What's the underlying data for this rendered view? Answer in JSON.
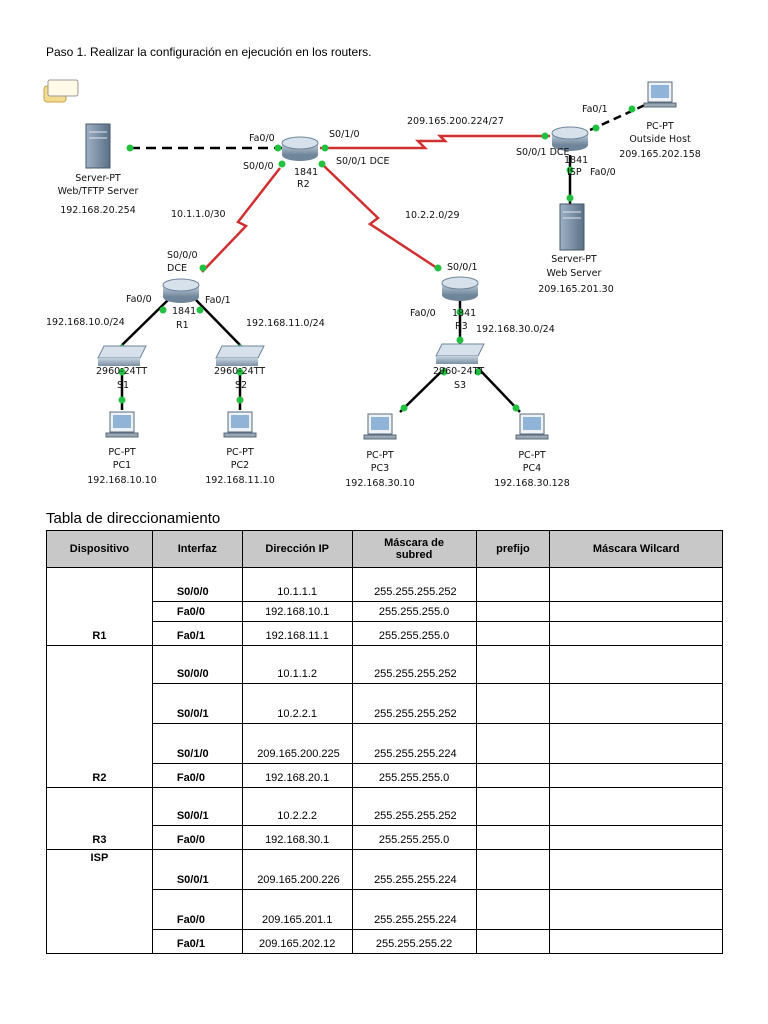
{
  "heading": "Paso 1. Realizar  la configuración en ejecución en los routers.",
  "diagram": {
    "devices": {
      "server_web_tftp": {
        "type": "Server-PT",
        "name": "Web/TFTP Server",
        "ip": "192.168.20.254"
      },
      "server_web": {
        "type": "Server-PT",
        "name": "Web Server",
        "ip": "209.165.201.30"
      },
      "r2": {
        "model": "1841",
        "name": "R2"
      },
      "r1": {
        "model": "1841",
        "name": "R1"
      },
      "r3": {
        "model": "1841",
        "name": "R3"
      },
      "isp": {
        "model": "1841",
        "name": "ISP"
      },
      "s1": {
        "model": "2960-24TT",
        "name": "S1"
      },
      "s2": {
        "model": "2960-24TT",
        "name": "S2"
      },
      "s3": {
        "model": "2960-24TT",
        "name": "S3"
      },
      "pc1": {
        "type": "PC-PT",
        "name": "PC1",
        "ip": "192.168.10.10"
      },
      "pc2": {
        "type": "PC-PT",
        "name": "PC2",
        "ip": "192.168.11.10"
      },
      "pc3": {
        "type": "PC-PT",
        "name": "PC3",
        "ip": "192.168.30.10"
      },
      "pc4": {
        "type": "PC-PT",
        "name": "PC4",
        "ip": "192.168.30.128"
      },
      "outside_host": {
        "type": "PC-PT",
        "name": "Outside Host",
        "ip": "209.165.202.158"
      }
    },
    "ports": {
      "r2_fa00": "Fa0/0",
      "r2_s000": "S0/0/0",
      "r2_s010": "S0/1/0",
      "r2_s001": "S0/0/1 DCE",
      "r1_s000": "S0/0/0",
      "r1_dce": "DCE",
      "r1_fa00": "Fa0/0",
      "r1_fa01": "Fa0/1",
      "r3_s001": "S0/0/1",
      "r3_fa00": "Fa0/0",
      "isp_s001": "S0/0/1 DCE",
      "isp_fa01": "Fa0/1",
      "isp_fa00": "Fa0/0"
    },
    "networks": {
      "r1_r2": "10.1.1.0/30",
      "r2_r3": "10.2.2.0/29",
      "r2_isp": "209.165.200.224/27",
      "lan_r1_fa00": "192.168.10.0/24",
      "lan_r1_fa01": "192.168.11.0/24",
      "lan_r3": "192.168.30.0/24"
    }
  },
  "table": {
    "title": "Tabla de direccionamiento",
    "headers": [
      "Dispositivo",
      "Interfaz",
      "Dirección IP",
      "Máscara de subred",
      "prefijo",
      "Máscara Wilcard"
    ],
    "groups": [
      {
        "device": "R1",
        "rows": [
          {
            "iface": "S0/0/0",
            "ip": "10.1.1.1",
            "mask": "255.255.255.252",
            "prefix": "",
            "wildcard": ""
          },
          {
            "iface": "Fa0/0",
            "ip": "192.168.10.1",
            "mask": "255.255.255.0",
            "prefix": "",
            "wildcard": ""
          },
          {
            "iface": "Fa0/1",
            "ip": "192.168.11.1",
            "mask": "255.255.255.0",
            "prefix": "",
            "wildcard": ""
          }
        ]
      },
      {
        "device": "R2",
        "rows": [
          {
            "iface": "S0/0/0",
            "ip": "10.1.1.2",
            "mask": "255.255.255.252",
            "prefix": "",
            "wildcard": ""
          },
          {
            "iface": "S0/0/1",
            "ip": "10.2.2.1",
            "mask": "255.255.255.252",
            "prefix": "",
            "wildcard": ""
          },
          {
            "iface": "S0/1/0",
            "ip": "209.165.200.225",
            "mask": "255.255.255.224",
            "prefix": "",
            "wildcard": ""
          },
          {
            "iface": "Fa0/0",
            "ip": "192.168.20.1",
            "mask": "255.255.255.0",
            "prefix": "",
            "wildcard": ""
          }
        ]
      },
      {
        "device": "R3",
        "rows": [
          {
            "iface": "S0/0/1",
            "ip": "10.2.2.2",
            "mask": "255.255.255.252",
            "prefix": "",
            "wildcard": ""
          },
          {
            "iface": "Fa0/0",
            "ip": "192.168.30.1",
            "mask": "255.255.255.0",
            "prefix": "",
            "wildcard": ""
          }
        ]
      },
      {
        "device": "ISP",
        "rows": [
          {
            "iface": "S0/0/1",
            "ip": "209.165.200.226",
            "mask": "255.255.255.224",
            "prefix": "",
            "wildcard": ""
          },
          {
            "iface": "Fa0/0",
            "ip": "209.165.201.1",
            "mask": "255.255.255.224",
            "prefix": "",
            "wildcard": ""
          },
          {
            "iface": "Fa0/1",
            "ip": "209.165.202.12",
            "mask": "255.255.255.22",
            "prefix": "",
            "wildcard": ""
          }
        ]
      }
    ]
  }
}
